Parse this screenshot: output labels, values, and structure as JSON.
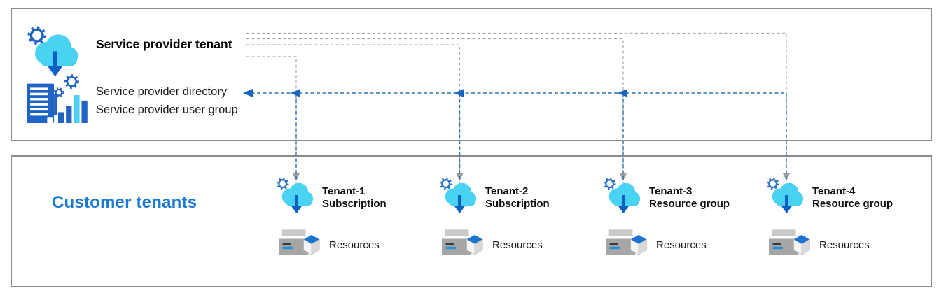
{
  "provider": {
    "title": "Service provider tenant",
    "directory_label": "Service provider directory",
    "user_group_label": "Service provider user group"
  },
  "customer": {
    "title": "Customer tenants"
  },
  "tenants": [
    {
      "name": "Tenant-1",
      "scope": "Subscription",
      "resources_label": "Resources"
    },
    {
      "name": "Tenant-2",
      "scope": "Subscription",
      "resources_label": "Resources"
    },
    {
      "name": "Tenant-3",
      "scope": "Resource group",
      "resources_label": "Resources"
    },
    {
      "name": "Tenant-4",
      "scope": "Resource group",
      "resources_label": "Resources"
    }
  ],
  "icons": {
    "provider_cloud": "cloud-gear-download-icon",
    "provider_directory": "building-gears-barchart-icon",
    "tenant_cloud": "cloud-gear-download-icon",
    "resources": "server-cube-icon"
  },
  "colors": {
    "box_border": "#8a8a8a",
    "gray_dash": "#a8a8a8",
    "gray_arrow": "#9e9e9e",
    "blue_dash": "#2e74b5",
    "blue_arrow": "#1565bf",
    "cloud_cyan": "#4ad2f2",
    "icon_blue": "#1f63c5",
    "customer_title_blue": "#1779d2",
    "text_black": "#000000"
  }
}
